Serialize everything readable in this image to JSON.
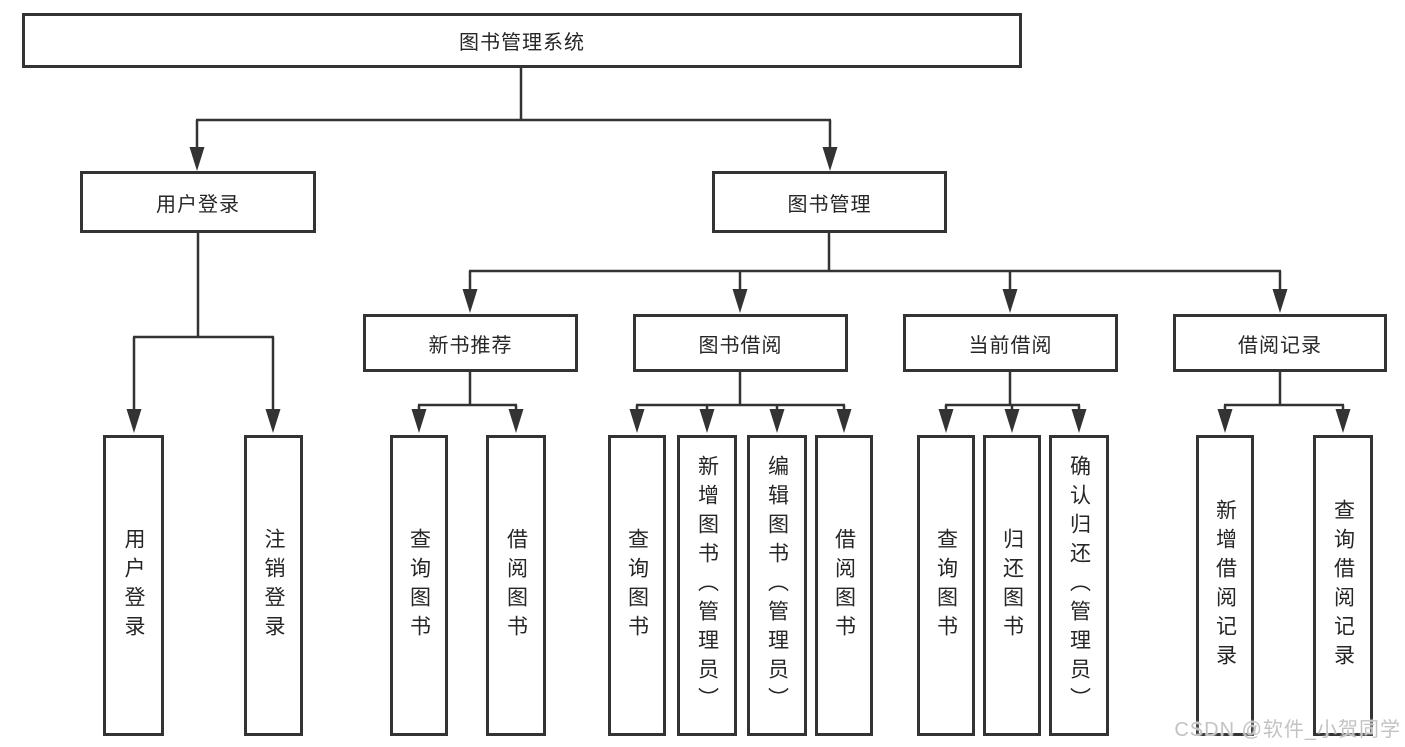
{
  "diagram": {
    "root": {
      "label": "图书管理系统"
    },
    "branches": [
      {
        "label": "用户登录",
        "children": [
          "用户登录",
          "注销登录"
        ]
      },
      {
        "label": "图书管理",
        "sections": [
          {
            "label": "新书推荐",
            "children": [
              "查询图书",
              "借阅图书"
            ]
          },
          {
            "label": "图书借阅",
            "children": [
              "查询图书",
              "新增图书（管理员）",
              "编辑图书（管理员）",
              "借阅图书"
            ]
          },
          {
            "label": "当前借阅",
            "children": [
              "查询图书",
              "归还图书",
              "确认归还（管理员）"
            ]
          },
          {
            "label": "借阅记录",
            "children": [
              "新增借阅记录",
              "查询借阅记录"
            ]
          }
        ]
      }
    ],
    "line_color": "#333333"
  },
  "watermark": "CSDN @软件_小贺同学"
}
